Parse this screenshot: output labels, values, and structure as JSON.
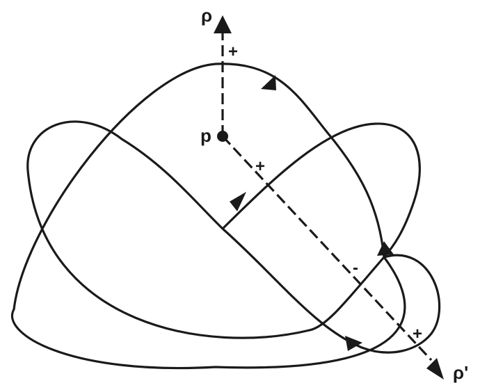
{
  "diagram": {
    "point_label": "p",
    "ray_vertical_label": "ρ",
    "ray_diagonal_label": "ρ'",
    "sign_vertical_ray": "+",
    "crossing_signs": [
      "+",
      "-",
      "+"
    ],
    "colors": {
      "stroke": "#1a1a1a",
      "background": "#ffffff"
    }
  }
}
